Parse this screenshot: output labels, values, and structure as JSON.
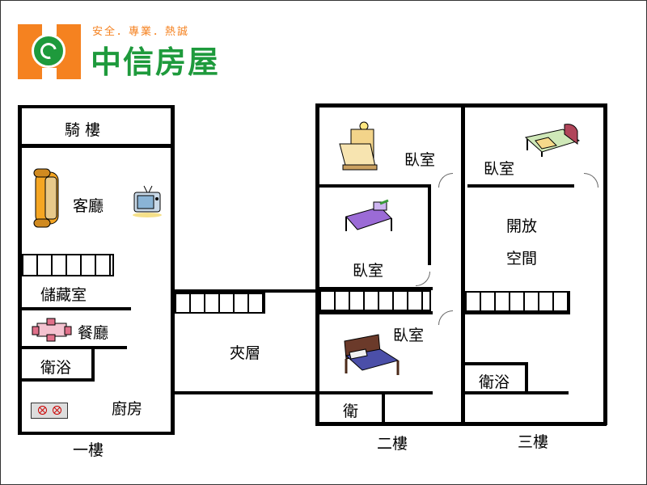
{
  "logo": {
    "slogan": "安全．專業．熱誠",
    "brand": "中信房屋",
    "brand_color": "#1e9a3c",
    "accent_color": "#f58220"
  },
  "floor1": {
    "title": "一樓",
    "rooms": {
      "arcade": "騎 樓",
      "living": "客廳",
      "storage": "儲藏室",
      "dining": "餐廳",
      "bath": "衛浴",
      "kitchen": "廚房"
    }
  },
  "mezzanine": {
    "label": "夾層"
  },
  "floor2": {
    "title": "二樓",
    "rooms": {
      "bedroom_top": "臥室",
      "bedroom_mid": "臥室",
      "bedroom_bottom": "臥室",
      "toilet": "衛"
    }
  },
  "floor3": {
    "title": "三樓",
    "rooms": {
      "bedroom": "臥室",
      "open_space_1": "開放",
      "open_space_2": "空間",
      "bath": "衛浴"
    }
  },
  "icons": [
    "sofa-icon",
    "tv-icon",
    "dining-table-icon",
    "stove-icon",
    "bed-icon"
  ]
}
